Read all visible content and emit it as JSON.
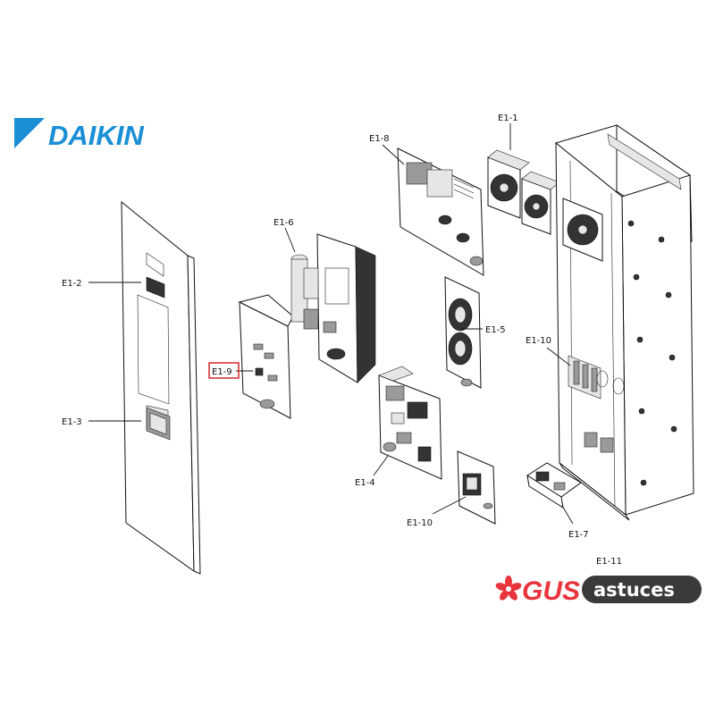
{
  "brand": {
    "name": "DAIKIN",
    "color": "#1a8fd6"
  },
  "watermark": {
    "part1": "GUS",
    "part2": "astuces",
    "accent_color": "#e8343c",
    "dark_color": "#3a3a3a"
  },
  "callouts": {
    "e1_1": "E1-1",
    "e1_2": "E1-2",
    "e1_3": "E1-3",
    "e1_4": "E1-4",
    "e1_5": "E1-5",
    "e1_6": "E1-6",
    "e1_7": "E1-7",
    "e1_8": "E1-8",
    "e1_9": "E1-9",
    "e1_10_main": "E1-10",
    "e1_10_lower": "E1-10",
    "e1_11": "E1-11"
  },
  "highlight_color": "#d62828"
}
